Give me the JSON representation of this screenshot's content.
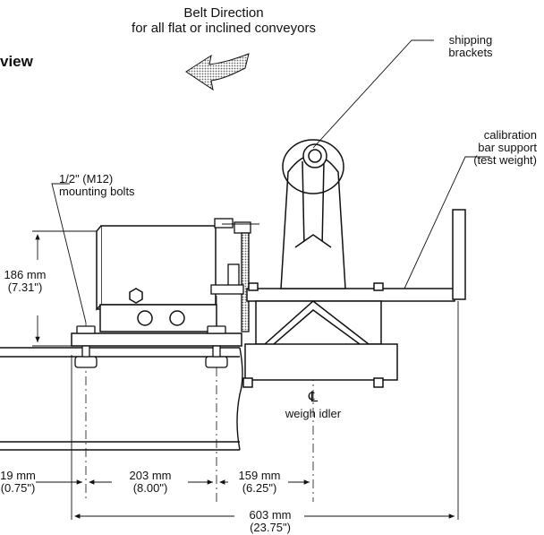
{
  "title_fragment": "view",
  "belt_direction": {
    "line1": "Belt Direction",
    "line2": "for all flat or inclined conveyors"
  },
  "callouts": {
    "shipping_brackets": [
      "shipping",
      "brackets"
    ],
    "calibration": [
      "calibration",
      "bar support",
      "(test weight)"
    ],
    "mounting_bolts": [
      "1/2\" (M12)",
      "mounting bolts"
    ],
    "weigh_idler": "weigh idler",
    "centerline_symbol": "℄"
  },
  "dimensions": {
    "height": [
      "186 mm",
      "(7.31\")"
    ],
    "d19": [
      "19 mm",
      "(0.75\")"
    ],
    "d203": [
      "203 mm",
      "(8.00\")"
    ],
    "d159": [
      "159 mm",
      "(6.25\")"
    ],
    "d603": [
      "603 mm",
      "(23.75\")"
    ]
  },
  "colors": {
    "line": "#111111",
    "arrow_fill": "#bdbdbd"
  }
}
